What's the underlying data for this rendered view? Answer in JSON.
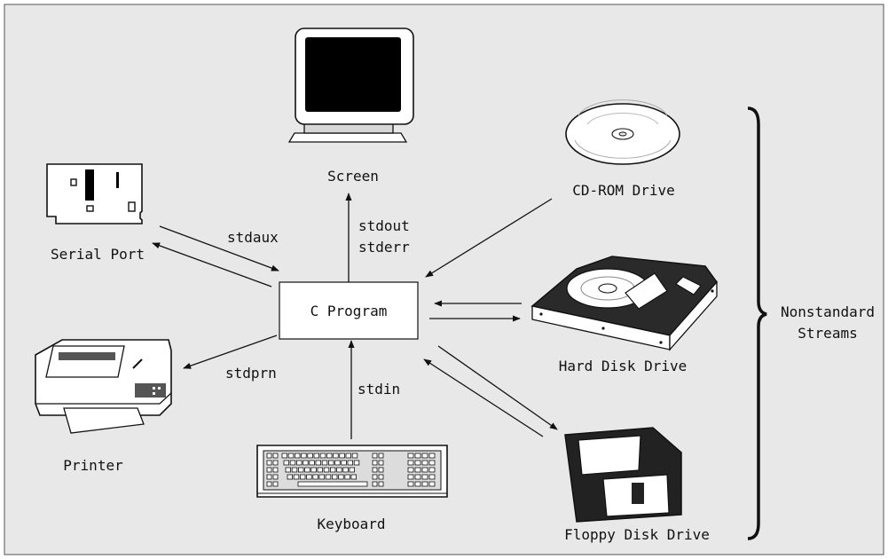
{
  "colors": {
    "background": "#e8e8e8",
    "border": "#555555",
    "ink": "#111111",
    "box_fill": "#ffffff"
  },
  "program": {
    "label": "C Program"
  },
  "devices": {
    "screen": {
      "label": "Screen",
      "icon": "monitor-icon"
    },
    "serial_port": {
      "label": "Serial Port",
      "icon": "serial-card-icon"
    },
    "printer": {
      "label": "Printer",
      "icon": "printer-icon"
    },
    "keyboard": {
      "label": "Keyboard",
      "icon": "keyboard-icon"
    },
    "cdrom": {
      "label": "CD-ROM Drive",
      "icon": "cd-icon"
    },
    "hard_disk": {
      "label": "Hard Disk Drive",
      "icon": "hard-disk-icon"
    },
    "floppy": {
      "label": "Floppy Disk Drive",
      "icon": "floppy-icon"
    }
  },
  "streams": {
    "stdout": "stdout",
    "stderr": "stderr",
    "stdaux": "stdaux",
    "stdprn": "stdprn",
    "stdin": "stdin"
  },
  "group": {
    "line1": "Nonstandard",
    "line2": "Streams"
  }
}
